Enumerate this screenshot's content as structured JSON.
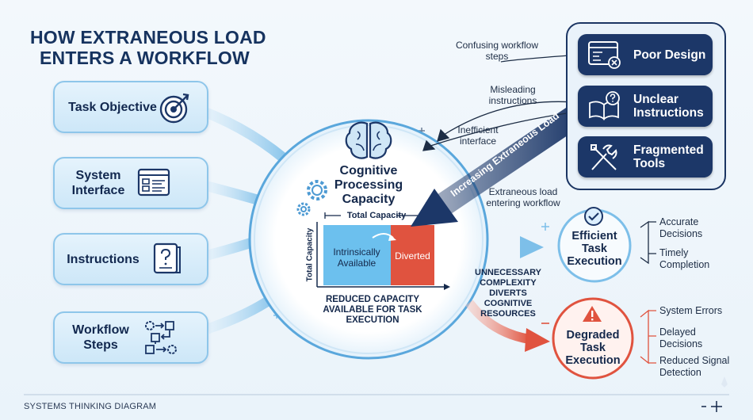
{
  "title": {
    "line1": "HOW EXTRANEOUS LOAD",
    "line2": "ENTERS A WORKFLOW"
  },
  "inputs": [
    {
      "label": "Task Objective",
      "icon": "target-icon"
    },
    {
      "label": "System Interface",
      "icon": "interface-icon"
    },
    {
      "label": "Instructions",
      "icon": "manual-icon"
    },
    {
      "label": "Workflow Steps",
      "icon": "workflow-icon"
    }
  ],
  "center": {
    "title": "Cognitive Processing Capacity",
    "chart_title": "Total Capacity",
    "y_axis": "Total Capacity",
    "bar_available": "Intrinsically Available",
    "bar_diverted": "Diverted",
    "caption": "REDUCED CAPACITY AVAILABLE FOR TASK EXECUTION"
  },
  "sources": [
    {
      "label": "Poor Design",
      "icon": "browser-error-icon"
    },
    {
      "label": "Unclear Instructions",
      "icon": "book-question-icon"
    },
    {
      "label": "Fragmented Tools",
      "icon": "tools-icon"
    }
  ],
  "source_notes": {
    "confusing": "Confusing workflow steps",
    "misleading": "Misleading instructions",
    "inefficient": "Inefficient interface"
  },
  "load_arrow": "Increasing Extraneous Load",
  "entering_note": "Extraneous load entering workflow",
  "diverts_note": "UNNECESSARY COMPLEXITY DIVERTS COGNITIVE RESOURCES",
  "efficient": {
    "label": "Efficient Task Execution",
    "outcomes": [
      "Accurate Decisions",
      "Timely Completion"
    ]
  },
  "degraded": {
    "label": "Degraded Task Execution",
    "outcomes": [
      "System Errors",
      "Delayed Decisions",
      "Reduced Signal Detection"
    ]
  },
  "footer": "SYSTEMS THINKING DIAGRAM",
  "colors": {
    "navy": "#1c3768",
    "light_blue": "#8ec6ea",
    "red": "#e0533f",
    "available": "#6cc0ee"
  }
}
